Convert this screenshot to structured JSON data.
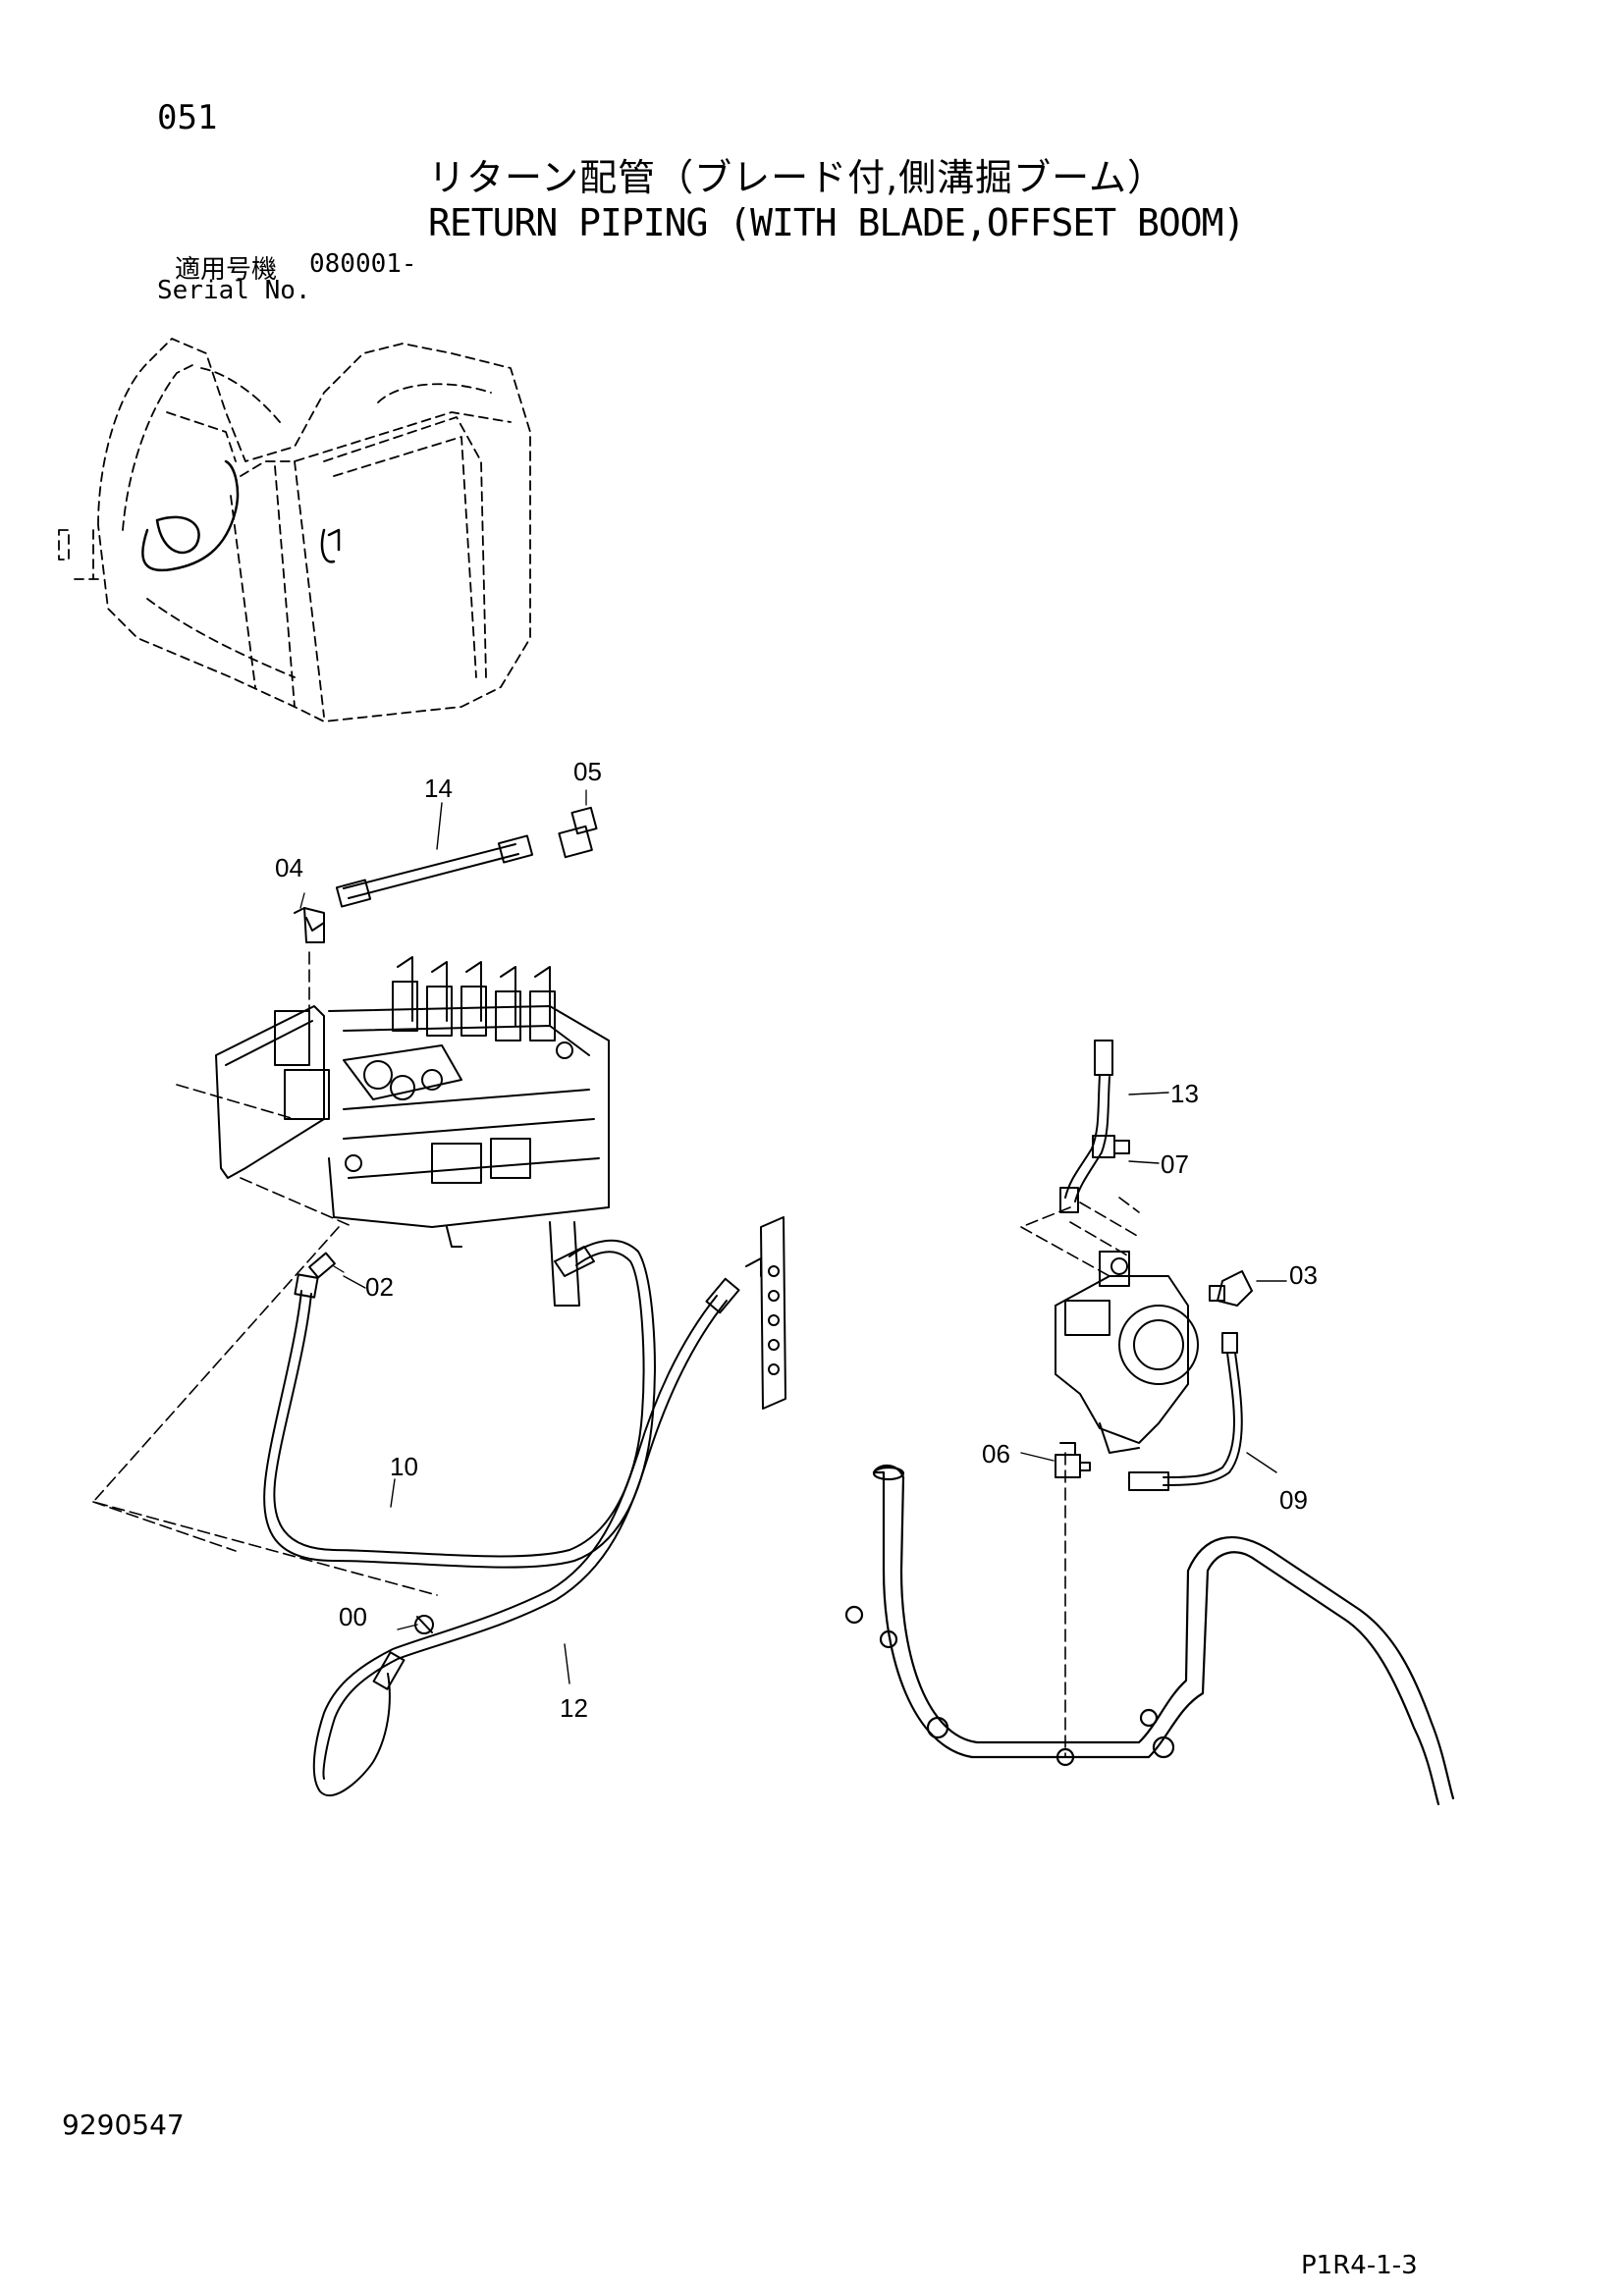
{
  "header": {
    "page_number": "051",
    "title_jp": "リターン配管（ブレード付,側溝掘ブーム）",
    "title_en": "RETURN PIPING (WITH BLADE,OFFSET BOOM)",
    "serial_label_jp": "適用号機",
    "serial_value": "080001-",
    "serial_label_en": "Serial No."
  },
  "callouts": {
    "c14": "14",
    "c05": "05",
    "c04": "04",
    "c13": "13",
    "c07": "07",
    "c02": "02",
    "c03": "03",
    "c06": "06",
    "c09": "09",
    "c10": "10",
    "c00": "00",
    "c12": "12"
  },
  "footer": {
    "doc_number": "9290547",
    "sheet_ref": "P1R4-1-3"
  }
}
